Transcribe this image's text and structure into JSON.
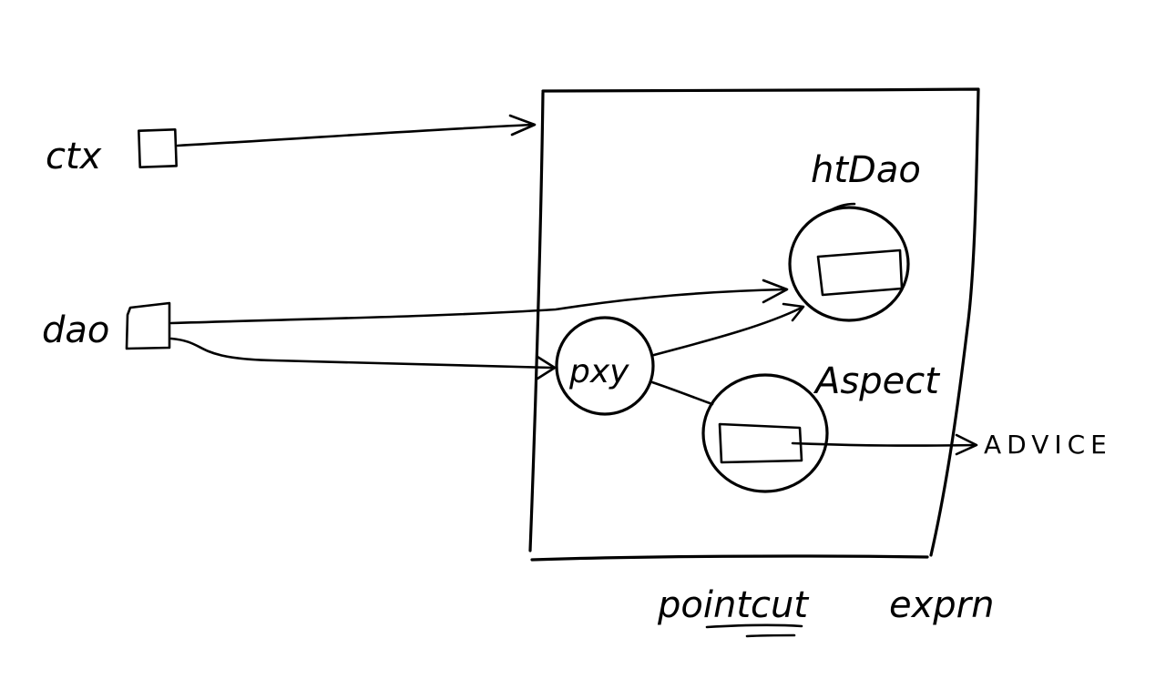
{
  "variables": {
    "ctx": "ctx",
    "dao": "dao"
  },
  "container": {
    "footer_label_1": "pointcut",
    "footer_label_2": "exprn"
  },
  "nodes": {
    "target_object": "htDao",
    "proxy": "pxy",
    "aspect": "Aspect"
  },
  "external": {
    "advice": "ADVICE"
  },
  "colors": {
    "ink": "#000000",
    "background": "#ffffff"
  }
}
